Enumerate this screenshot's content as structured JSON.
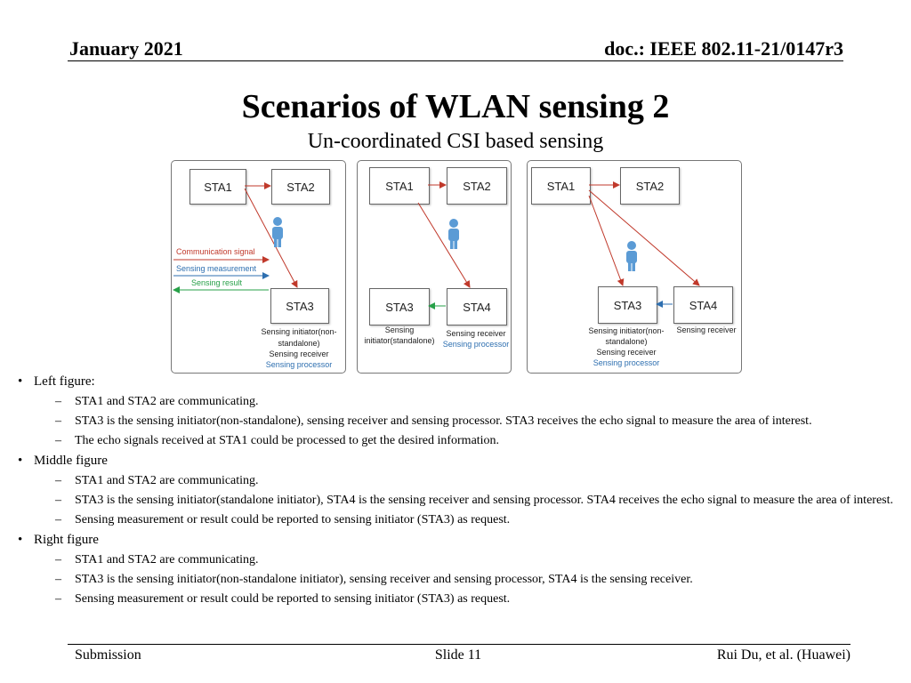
{
  "header": {
    "date": "January 2021",
    "doc": "doc.: IEEE 802.11-21/0147r3"
  },
  "title": "Scenarios of WLAN sensing 2",
  "subtitle": "Un-coordinated CSI based sensing",
  "colors": {
    "communication": "#c0392b",
    "measurement": "#2e6fb0",
    "result": "#27a048"
  },
  "left_fig": {
    "sta1": "STA1",
    "sta2": "STA2",
    "sta3": "STA3",
    "legend": {
      "communication": "Communication  signal",
      "measurement": "Sensing measurement",
      "result": "Sensing result"
    },
    "sta3_role1": "Sensing initiator(non-",
    "sta3_role2": "standalone)",
    "sta3_role3": "Sensing receiver",
    "sta3_role4": "Sensing processor"
  },
  "middle_fig": {
    "sta1": "STA1",
    "sta2": "STA2",
    "sta3": "STA3",
    "sta4": "STA4",
    "sta3_role1": "Sensing",
    "sta3_role2": "initiator(standalone)",
    "sta4_role1": "Sensing receiver",
    "sta4_role2": "Sensing processor"
  },
  "right_fig": {
    "sta1": "STA1",
    "sta2": "STA2",
    "sta3": "STA3",
    "sta4": "STA4",
    "sta3_role1": "Sensing initiator(non-",
    "sta3_role2": "standalone)",
    "sta3_role3": "Sensing receiver",
    "sta3_role4": "Sensing processor",
    "sta4_role1": "Sensing receiver"
  },
  "bullets": {
    "left": {
      "heading": "Left figure:",
      "items": [
        "STA1 and STA2 are communicating.",
        "STA3 is the sensing initiator(non-standalone), sensing receiver and sensing processor. STA3 receives the echo signal to measure the area of interest.",
        "The echo signals received at STA1 could be processed to get the desired information."
      ]
    },
    "middle": {
      "heading": "Middle figure",
      "items": [
        "STA1 and STA2 are communicating.",
        "STA3 is the sensing initiator(standalone initiator), STA4 is the sensing receiver and sensing processor. STA4 receives the echo signal to measure the area of interest.",
        "Sensing measurement or result could be reported to sensing initiator (STA3) as request."
      ]
    },
    "right": {
      "heading": "Right figure",
      "items": [
        "STA1 and STA2 are communicating.",
        "STA3 is the sensing initiator(non-standalone initiator), sensing receiver and sensing processor, STA4 is the sensing receiver.",
        "Sensing measurement or result could be reported to sensing initiator (STA3) as request."
      ]
    }
  },
  "footer": {
    "left": "Submission",
    "center": "Slide 11",
    "right": "Rui Du, et al. (Huawei)"
  }
}
